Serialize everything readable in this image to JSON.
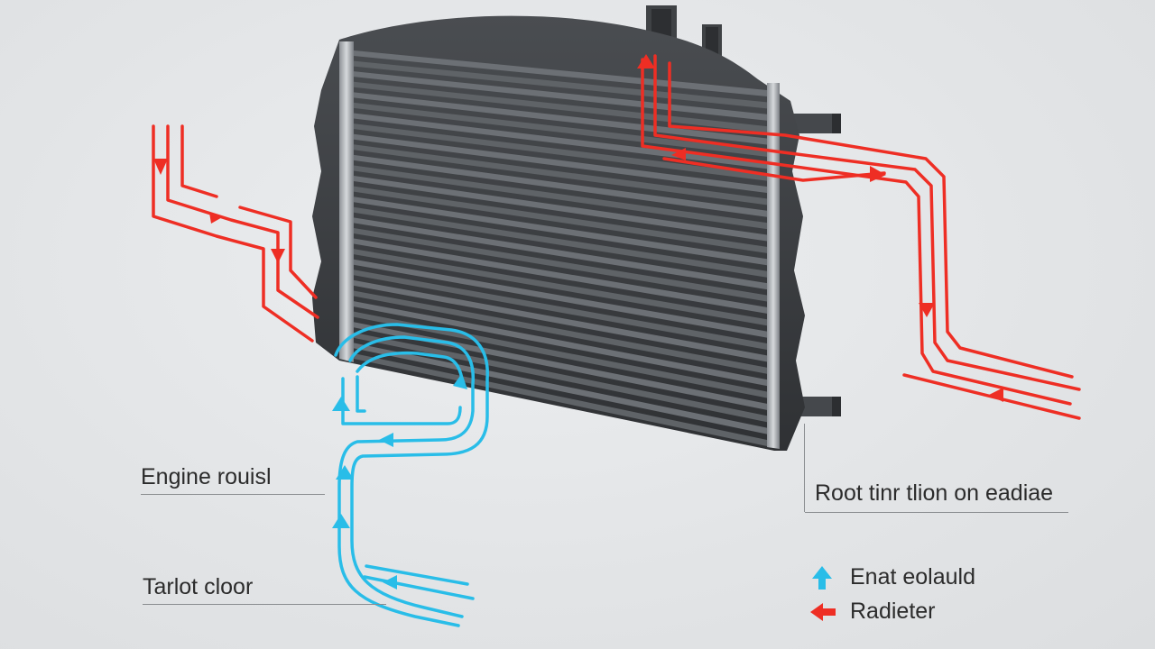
{
  "labels": {
    "engine": "Engine rouisl",
    "tarlot": "Tarlot cloor",
    "root": "Root tinr tlion on eadiae"
  },
  "legend": {
    "items": [
      {
        "label": "Enat eolauld",
        "color": "#29bde8",
        "icon": "arrow-up-icon"
      },
      {
        "label": "Radieter",
        "color": "#ee2e24",
        "icon": "arrow-left-icon"
      }
    ]
  },
  "colors": {
    "hot_flow": "#ee2e24",
    "cold_flow": "#29bde8",
    "radiator_body": "#3a3c3f",
    "radiator_frame": "#55585c",
    "background": "#e3e5e7"
  }
}
